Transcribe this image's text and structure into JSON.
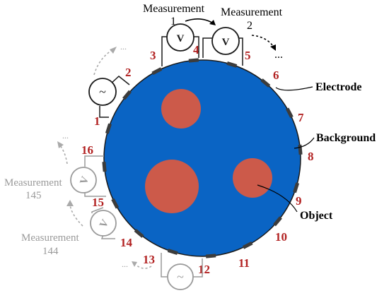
{
  "electrode_numbers": [
    "1",
    "2",
    "3",
    "4",
    "5",
    "6",
    "7",
    "8",
    "9",
    "10",
    "11",
    "12",
    "13",
    "14",
    "15",
    "16"
  ],
  "labels": {
    "electrode": "Electrode",
    "background": "Background",
    "object": "Object"
  },
  "measurements": {
    "m1_title": "Measurement",
    "m1_index": "1",
    "m2_title": "Measurement",
    "m2_index": "2",
    "m144_title": "Measurement",
    "m144_index": "144",
    "m145_title": "Measurement",
    "m145_index": "145"
  },
  "meter_symbols": {
    "voltmeter": "V",
    "source": "~"
  },
  "ellipsis": "...",
  "colors": {
    "domain_fill": "#0a64c4",
    "object_fill": "#cc5a4a",
    "electrode_fill": "#3c3c3c",
    "number_color": "#b22222",
    "grey": "#9a9a9a"
  }
}
